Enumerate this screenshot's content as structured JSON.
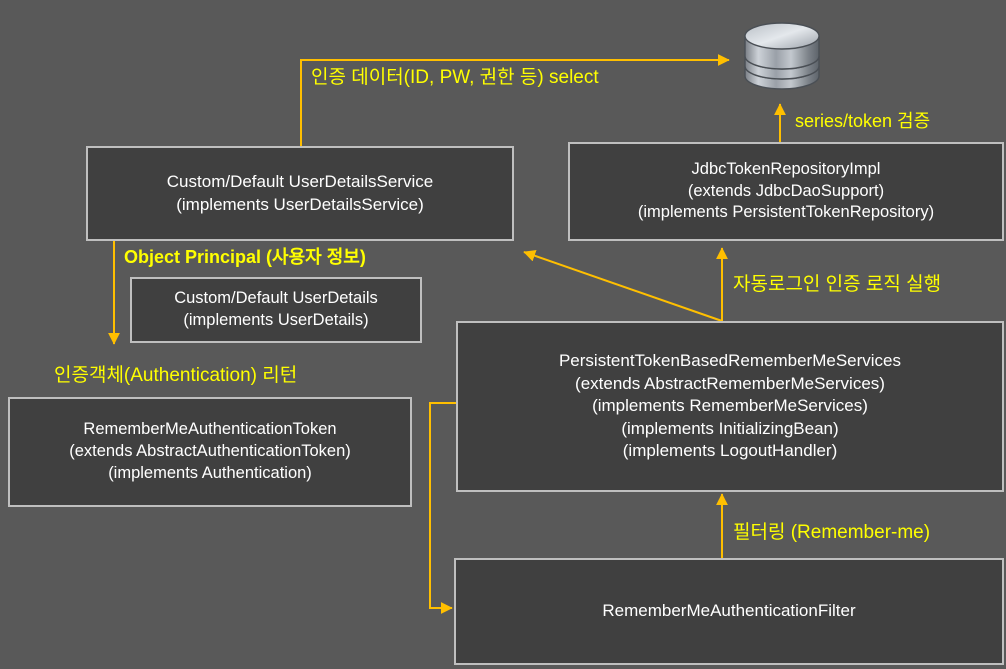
{
  "diagram": {
    "title": "Spring Security Remember-Me persistent token flow",
    "background_color": "#595959",
    "box_fill_color": "#404040",
    "box_border_color": "#bfbfbf",
    "box_text_color": "#ffffff",
    "arrow_color": "#ffbf00",
    "label_color": "#ffff00"
  },
  "nodes": {
    "database": {
      "name": "database-cylinder"
    },
    "user_details_service": {
      "lines": [
        "Custom/Default UserDetailsService",
        "(implements UserDetailsService)"
      ]
    },
    "jdbc_token_repository": {
      "lines": [
        "JdbcTokenRepositoryImpl",
        "(extends JdbcDaoSupport)",
        "(implements PersistentTokenRepository)"
      ]
    },
    "user_details": {
      "lines": [
        "Custom/Default UserDetails",
        "(implements UserDetails)"
      ]
    },
    "remember_me_authentication_token": {
      "lines": [
        "RememberMeAuthenticationToken",
        "(extends AbstractAuthenticationToken)",
        "(implements Authentication)"
      ]
    },
    "persistent_token_based_remember_me_services": {
      "lines": [
        "PersistentTokenBasedRememberMeServices",
        "(extends AbstractRememberMeServices)",
        "(implements RememberMeServices)",
        "(implements InitializingBean)",
        "(implements LogoutHandler)"
      ]
    },
    "remember_me_authentication_filter": {
      "lines": [
        "RememberMeAuthenticationFilter"
      ]
    }
  },
  "edge_labels": {
    "select_data": "인증 데이터(ID, PW, 권한 등) select",
    "series_token_verify": "series/token 검증",
    "object_principal": "Object Principal (사용자 정보)",
    "authentication_return": "인증객체(Authentication) 리턴",
    "auto_login_logic": "자동로그인 인증 로직 실행",
    "filtering_remember_me": "필터링 (Remember-me)"
  }
}
